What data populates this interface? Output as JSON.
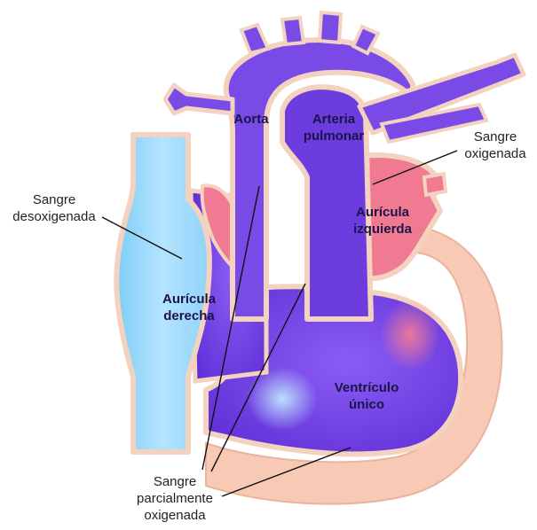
{
  "labels": {
    "aorta": "Aorta",
    "pulmonar_1": "Arteria",
    "pulmonar_2": "pulmonar",
    "rd_1": "Aurícula",
    "rd_2": "derecha",
    "li_1": "Aurícula",
    "li_2": "izquierda",
    "vent_1": "Ventrículo",
    "vent_2": "único",
    "oxi_1": "Sangre",
    "oxi_2": "oxigenada",
    "desoxi_1": "Sangre",
    "desoxi_2": "desoxigenada",
    "parcial_1": "Sangre",
    "parcial_2": "parcialmente",
    "parcial_3": "oxigenada"
  },
  "colors": {
    "deoxygenated": "#9fdcff",
    "oxygenated": "#f07a92",
    "mixed": "#7a49e8",
    "outline": "#f4d2c0",
    "muscle": "#f8c9b4"
  }
}
